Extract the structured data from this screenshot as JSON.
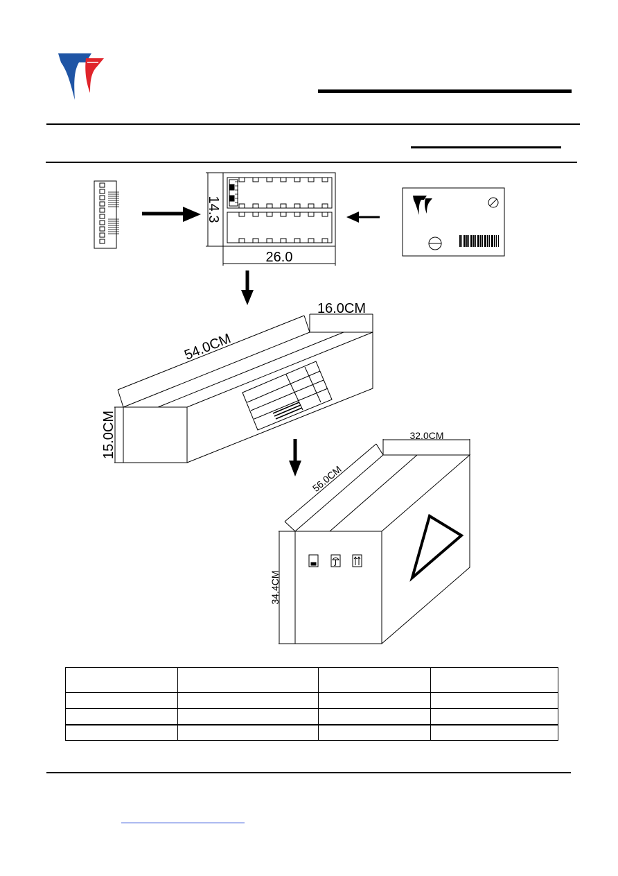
{
  "dimensions": {
    "tube_height": "14.3",
    "tube_width": "26.0",
    "inner_box_width": "16.0CM",
    "inner_box_length": "54.0CM",
    "inner_box_height": "15.0CM",
    "outer_box_width": "32.0CM",
    "outer_box_length": "56.0CM",
    "outer_box_height": "34.4CM"
  },
  "colors": {
    "logo_blue": "#1f55a5",
    "logo_red": "#e0242b",
    "link_blue": "#1a3fd6"
  },
  "icons": {
    "logo": "company-logo-icon",
    "reel_label_logo": "company-logo-icon",
    "barcode": "barcode-icon",
    "keep_dry": "keep-dry-icon",
    "umbrella": "umbrella-icon",
    "this_way_up": "this-way-up-icon",
    "fragile_triangle": "warning-triangle-icon"
  },
  "packing_table": {
    "rows": [
      [
        "",
        "",
        "",
        ""
      ],
      [
        "",
        "",
        "",
        ""
      ],
      [
        "",
        "",
        "",
        ""
      ],
      [
        "",
        "",
        "",
        ""
      ]
    ]
  }
}
